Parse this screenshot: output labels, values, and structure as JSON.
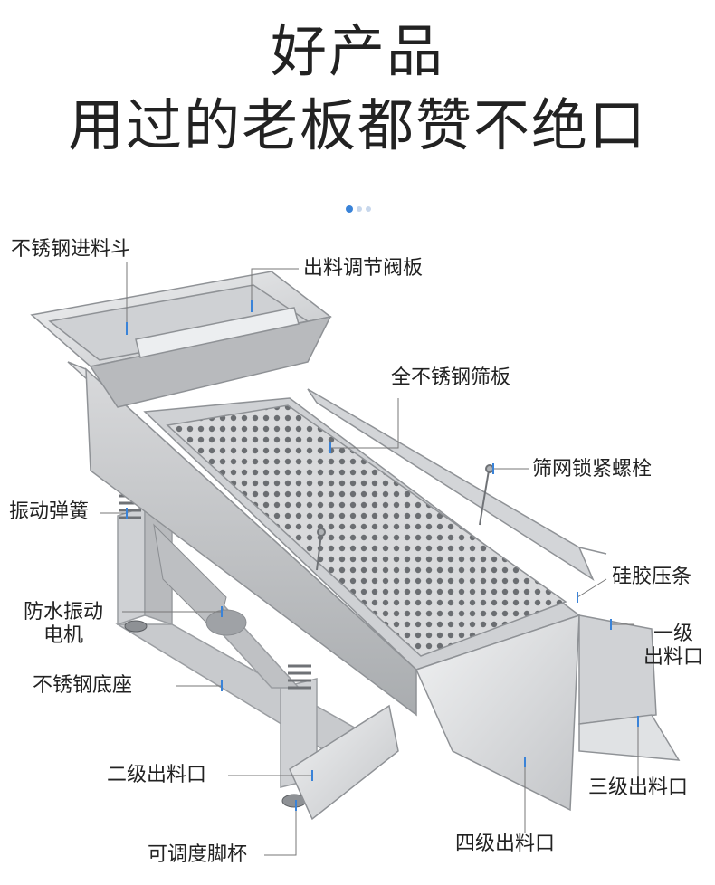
{
  "headline": {
    "line1": "好产品",
    "line2": "用过的老板都赞不绝口"
  },
  "carousel": {
    "active_index": 0,
    "count": 3,
    "active_color": "#3a83d8",
    "inactive_color": "#c7d7ec"
  },
  "labels": {
    "hopper": "不锈钢进料斗",
    "valve_plate": "出料调节阀板",
    "screen_plate": "全不锈钢筛板",
    "lock_bolt": "筛网锁紧螺栓",
    "spring": "振动弹簧",
    "silicone_strip": "硅胶压条",
    "motor_line1": "防水振动",
    "motor_line2": "电机",
    "outlet1_line1": "一级",
    "outlet1_line2": "出料口",
    "base": "不锈钢底座",
    "outlet2": "二级出料口",
    "outlet3": "三级出料口",
    "foot": "可调度脚杯",
    "outlet4": "四级出料口"
  },
  "colors": {
    "steel_light": "#e6e7e9",
    "steel_mid": "#c6c8cb",
    "steel_dark": "#9a9da1",
    "marker": "#3a83d8"
  }
}
